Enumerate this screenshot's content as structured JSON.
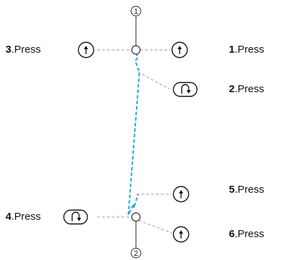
{
  "markers": {
    "top": "1",
    "bottom": "2"
  },
  "steps": [
    {
      "num": "1",
      "word": ".Press",
      "icon": "up-arrow-button-icon"
    },
    {
      "num": "2",
      "word": ".Press",
      "icon": "uturn-down-button-icon"
    },
    {
      "num": "3",
      "word": ".Press",
      "icon": "up-arrow-button-icon"
    },
    {
      "num": "4",
      "word": ".Press",
      "icon": "uturn-down-button-icon"
    },
    {
      "num": "5",
      "word": ".Press",
      "icon": "up-arrow-button-icon"
    },
    {
      "num": "6",
      "word": ".Press",
      "icon": "up-arrow-button-icon"
    }
  ],
  "colors": {
    "path": "#1aa7e0",
    "line": "#222222",
    "leader": "#9a9a9a"
  }
}
